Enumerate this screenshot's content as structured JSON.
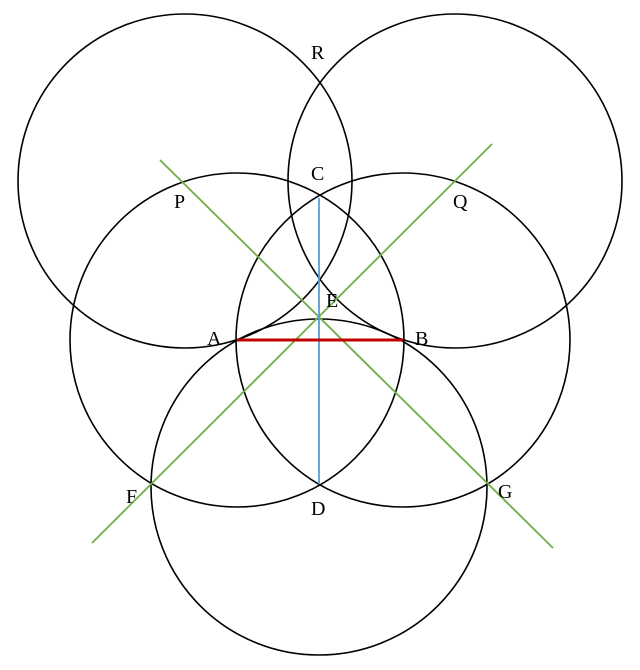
{
  "labels": {
    "R": "R",
    "C": "C",
    "P": "P",
    "Q": "Q",
    "E": "E",
    "A": "A",
    "B": "B",
    "F": "F",
    "G": "G",
    "D": "D"
  },
  "colors": {
    "segment_AB": "#c00000",
    "segment_CD": "#5b9bd5",
    "bisector_lines": "#70ad47",
    "circles": "#000000"
  }
}
